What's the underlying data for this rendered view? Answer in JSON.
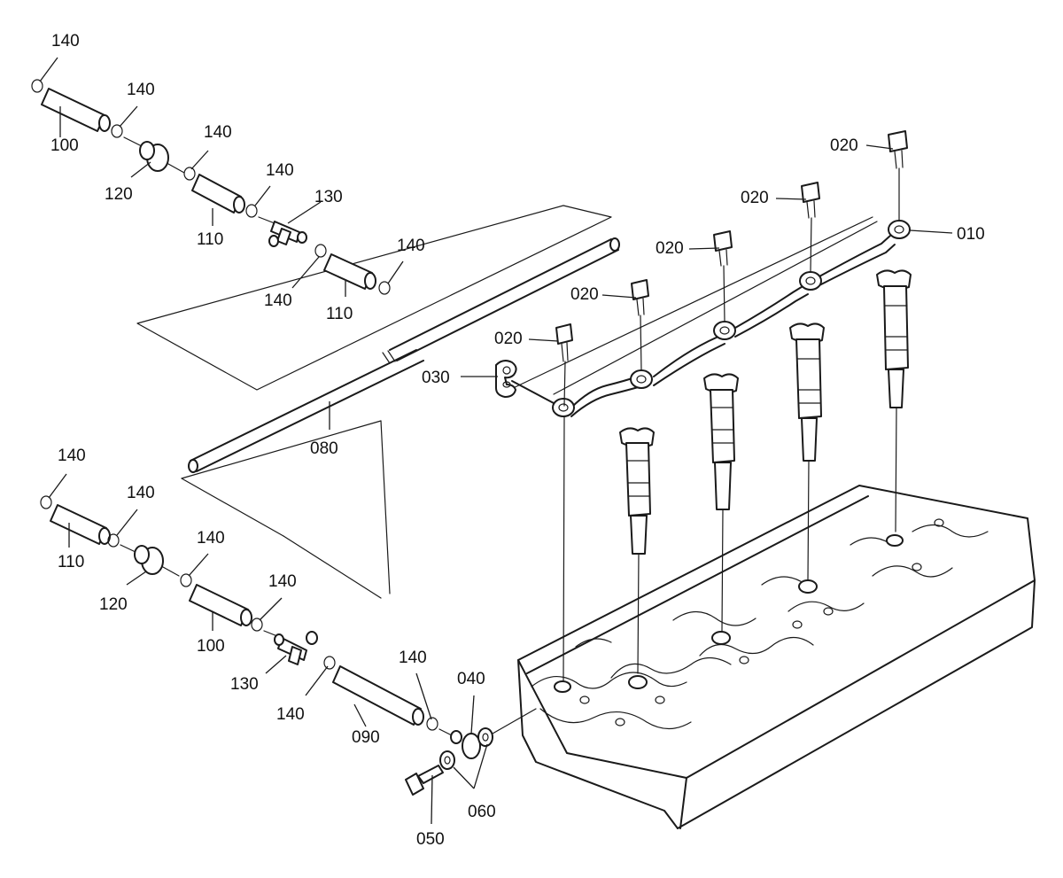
{
  "colors": {
    "ink": "#1a1a1a",
    "paper": "#ffffff"
  },
  "parts": {
    "p010": "010",
    "p020": "020",
    "p030": "030",
    "p040": "040",
    "p050": "050",
    "p060": "060",
    "p080": "080",
    "p090": "090",
    "p100": "100",
    "p110": "110",
    "p120": "120",
    "p130": "130",
    "p140": "140"
  }
}
